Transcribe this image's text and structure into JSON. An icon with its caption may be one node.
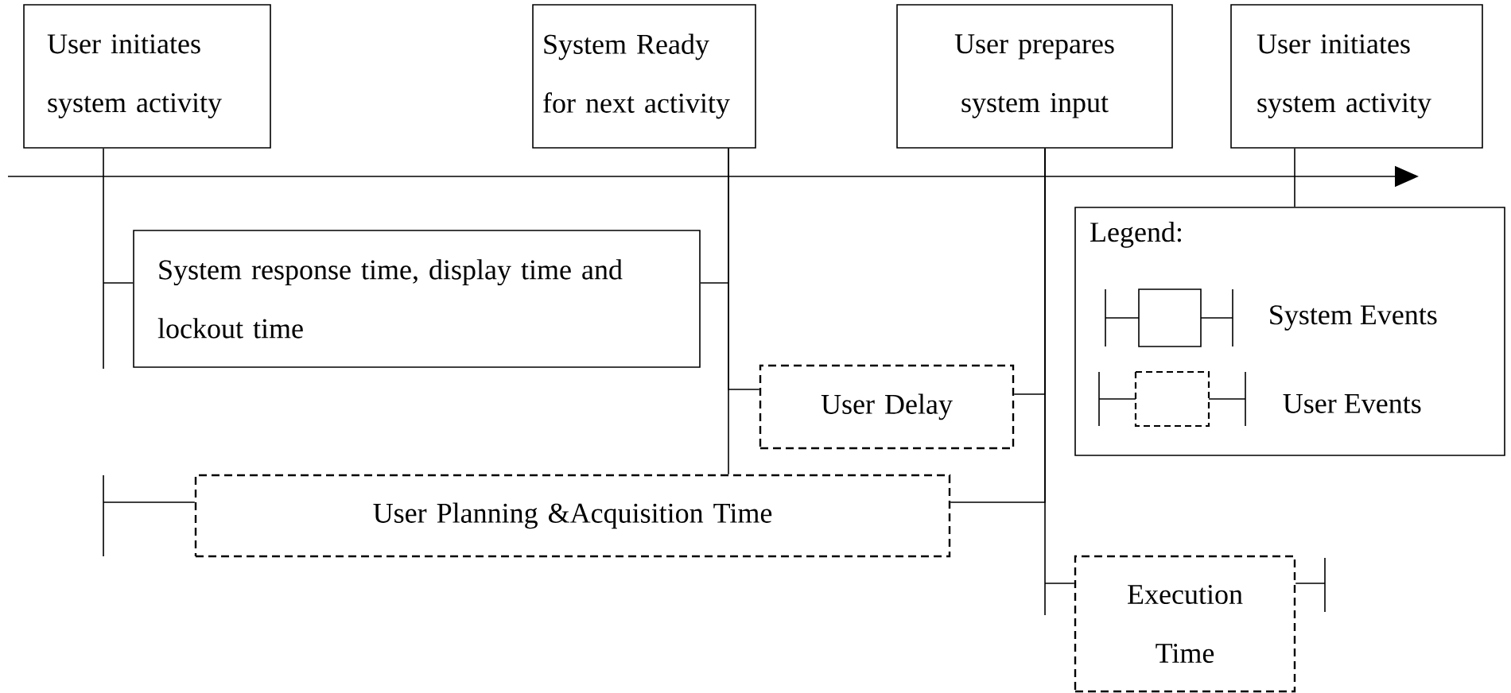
{
  "diagram": {
    "nodes": [
      {
        "text": [
          "User initiates system activity"
        ]
      },
      {
        "text": [
          "System Ready for next activity"
        ]
      },
      {
        "text": [
          "User prepares system input"
        ]
      },
      {
        "text": [
          "User initiates system activity"
        ]
      },
      {
        "text": [
          "System response time, display time and lockout time"
        ]
      },
      {
        "text": [
          "User Delay"
        ]
      },
      {
        "text": [
          "User Planning &Acquisition Time"
        ]
      },
      {
        "text": [
          "Execution Time"
        ]
      },
      {
        "text": [
          "Legend:"
        ]
      }
    ],
    "edges": [
      {
        "from": 0,
        "to": 4,
        "arrow": "none"
      },
      {
        "from": 1,
        "to": 4,
        "arrow": "none"
      },
      {
        "from": 1,
        "to": 5,
        "arrow": "none"
      },
      {
        "from": 1,
        "to": 6,
        "arrow": "none"
      },
      {
        "from": 2,
        "to": 5,
        "arrow": "none"
      },
      {
        "from": 2,
        "to": 6,
        "arrow": "none"
      },
      {
        "from": 2,
        "to": 7,
        "arrow": "none"
      },
      {
        "from": 3,
        "to": 8,
        "arrow": "none"
      },
      {
        "from": null,
        "to": 6,
        "arrow": "none"
      },
      {
        "from": 7,
        "to": null,
        "arrow": "none"
      }
    ],
    "legend": [
      {
        "text": "System Events"
      },
      {
        "text": "User Events"
      }
    ]
  }
}
